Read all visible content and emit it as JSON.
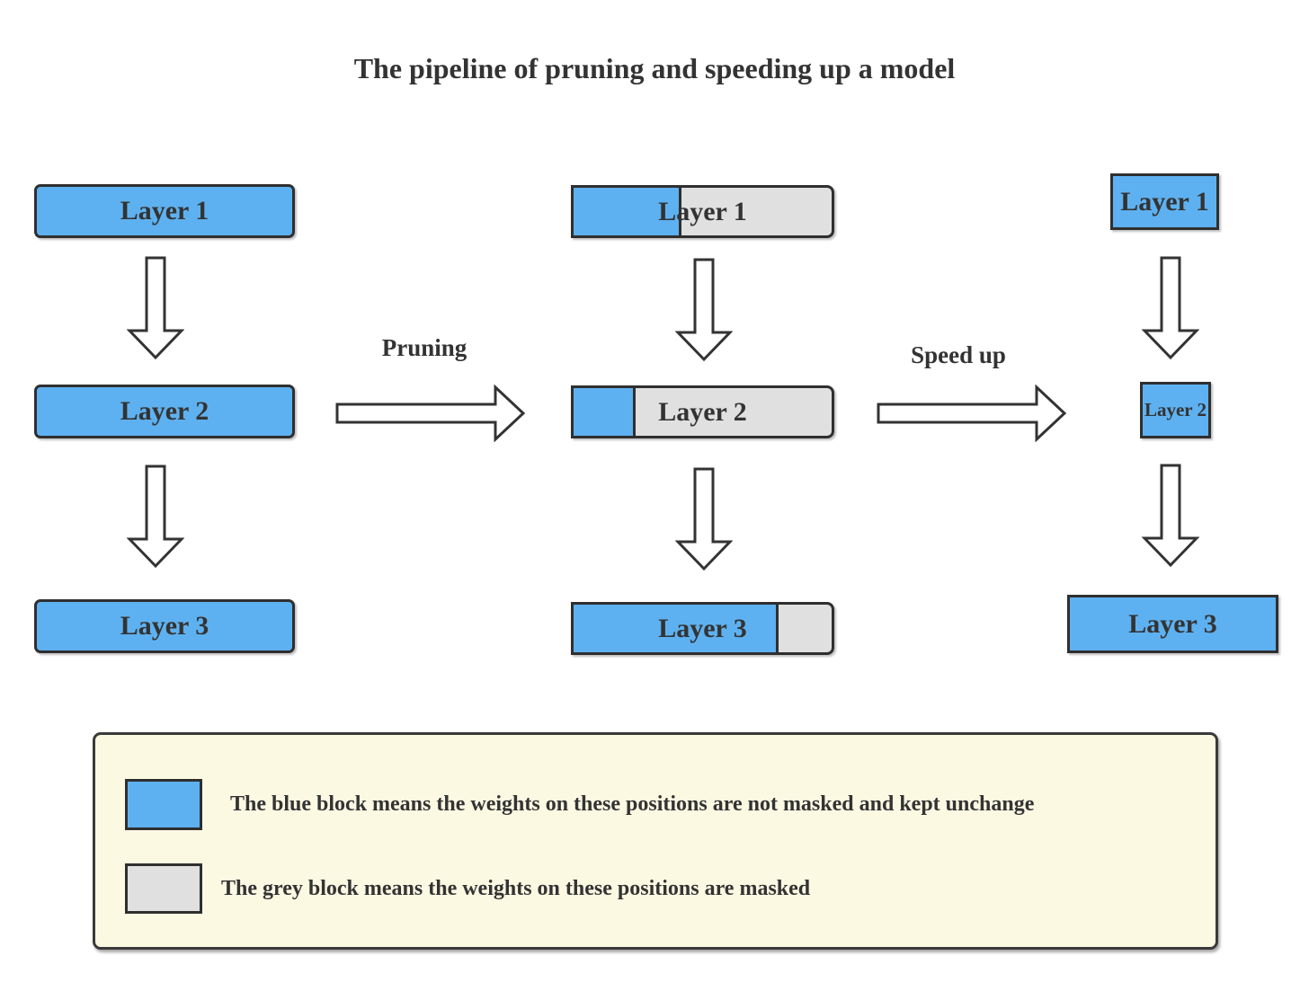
{
  "title": "The pipeline of pruning and speeding up a model",
  "process_arrows": {
    "pruning": "Pruning",
    "speed_up": "Speed up"
  },
  "stages": {
    "original": {
      "layers": [
        {
          "label": "Layer 1"
        },
        {
          "label": "Layer 2"
        },
        {
          "label": "Layer 3"
        }
      ]
    },
    "pruned": {
      "layers": [
        {
          "label": "Layer 1",
          "blue_width": "42%"
        },
        {
          "label": "Layer 2",
          "blue_width": "24.5%"
        },
        {
          "label": "Layer 3",
          "blue_width": "79%"
        }
      ]
    },
    "sped_up": {
      "layers": [
        {
          "label": "Layer 1"
        },
        {
          "label": "Layer 2"
        },
        {
          "label": "Layer 3"
        }
      ]
    }
  },
  "legend": {
    "blue_label": "The blue block means the weights on these positions are not masked and kept unchange",
    "grey_label": "The grey block means the weights on these positions are masked"
  },
  "colors": {
    "blue_block": "#5EB1F0",
    "grey_block": "#E0E0E0",
    "outline": "#333333",
    "legend_background": "#FCF9E3"
  }
}
